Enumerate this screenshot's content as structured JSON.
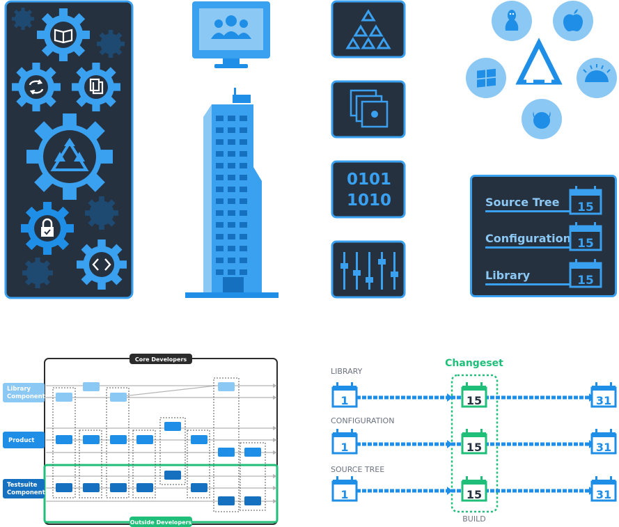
{
  "colors": {
    "dark_panel": "#263140",
    "accent_blue": "#3aa0f0",
    "light_blue": "#8cc8f4",
    "mid_blue": "#1e8ee6",
    "deep_blue": "#1670c0",
    "green": "#1fbf7a",
    "gear_dark": "#1e4a72",
    "gray_text": "#6b7280"
  },
  "icons": {
    "gear_panel_icons": [
      "book-icon",
      "sync-icon",
      "copy-icon",
      "triangle-logo-icon",
      "lock-icon",
      "code-icon"
    ],
    "os_icons": [
      "linux-icon",
      "apple-icon",
      "windows-icon",
      "solaris-icon",
      "freebsd-icon"
    ]
  },
  "binary_tile": {
    "line1": "0101",
    "line2": "1010"
  },
  "source_panel": {
    "rows": [
      {
        "label": "Source Tree",
        "day": "15"
      },
      {
        "label": "Configuration",
        "day": "15"
      },
      {
        "label": "Library",
        "day": "15"
      }
    ]
  },
  "flow_diagram": {
    "top_label": "Core Developers",
    "bottom_label": "Outside Developers",
    "rows": [
      {
        "label_line1": "Library",
        "label_line2": "Component"
      },
      {
        "label_line1": "Product",
        "label_line2": ""
      },
      {
        "label_line1": "Testsuite",
        "label_line2": "Component"
      }
    ]
  },
  "timeline": {
    "changeset_label": "Changeset",
    "build_label": "BUILD",
    "rows": [
      {
        "label": "LIBRARY",
        "start": "1",
        "mid": "15",
        "end": "31"
      },
      {
        "label": "CONFIGURATION",
        "start": "1",
        "mid": "15",
        "end": "31"
      },
      {
        "label": "SOURCE TREE",
        "start": "1",
        "mid": "15",
        "end": "31"
      }
    ]
  }
}
